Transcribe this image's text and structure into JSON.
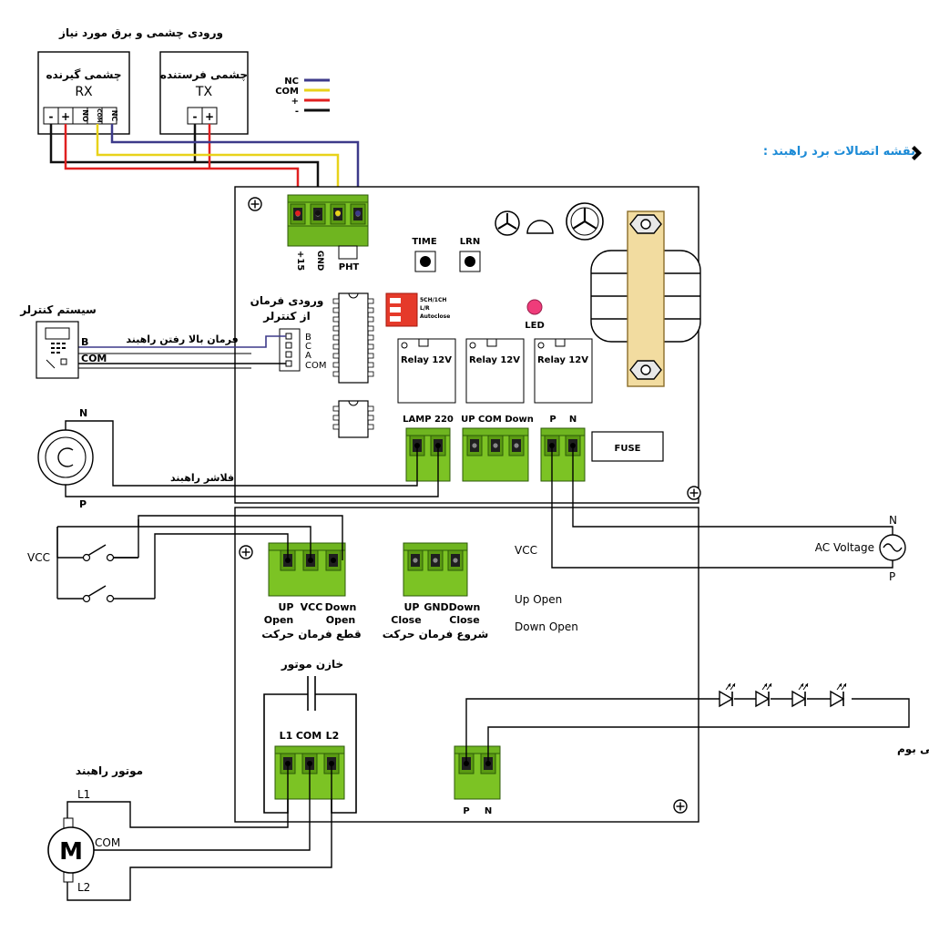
{
  "header": {
    "section_title": "نقشه اتصالات برد راهبند :",
    "photocell_title": "ورودی چشمی و برق مورد نیاز"
  },
  "photocell": {
    "rx_title": "چشمی گیرنده",
    "rx_code": "RX",
    "tx_title": "چشمی فرستنده",
    "tx_code": "TX",
    "rx_terminals": [
      "-",
      "+",
      "NO",
      "COM",
      "NC"
    ],
    "tx_terminals": [
      "-",
      "+"
    ]
  },
  "legend": {
    "items": [
      {
        "label": "NC",
        "color": "#3d3a8a"
      },
      {
        "label": "COM",
        "color": "#e8d21a"
      },
      {
        "label": "+",
        "color": "#e02020"
      },
      {
        "label": "-",
        "color": "#111111"
      }
    ]
  },
  "board": {
    "top_terminal_labels": [
      "+15",
      "GND",
      "PHT"
    ],
    "button_time": "TIME",
    "button_lrn": "LRN",
    "dip_labels": [
      "5CH/1CH",
      "L/R",
      "Autoclose"
    ],
    "led_label": "LED",
    "relays": [
      "Relay 12V",
      "Relay 12V",
      "Relay 12V"
    ],
    "relay_terminal_labels": [
      "LAMP 220",
      "UP COM Down",
      "P",
      "N"
    ],
    "fuse_label": "FUSE",
    "remote_input_title_1": "ورودی فرمان",
    "remote_input_title_2": "از کنترلر",
    "remote_pins": [
      "B",
      "C",
      "A",
      "COM"
    ]
  },
  "controller": {
    "title": "سیستم کنترلر",
    "pin_b": "B",
    "pin_com": "COM",
    "wire_label": "فرمان بالا رفتن راهبند"
  },
  "flasher": {
    "label": "فلاشر راهبند",
    "n": "N",
    "p": "P"
  },
  "lower": {
    "vcc_left": "VCC",
    "vcc_right": "VCC",
    "stop_terms": [
      "UP",
      "VCC",
      "Down"
    ],
    "stop_terms2": [
      "Open",
      "",
      "Open"
    ],
    "stop_title": "قطع فرمان حرکت",
    "start_terms": [
      "UP",
      "GND",
      "Down"
    ],
    "start_terms2": [
      "Close",
      "",
      "Close"
    ],
    "start_title": "شروع فرمان حرکت",
    "up_open": "Up Open",
    "down_open": "Down Open",
    "cap_label": "خازن موتور",
    "motor_terms": [
      "L1",
      "COM",
      "L2"
    ],
    "motor_title": "موتور راهبند",
    "motor_l1": "L1",
    "motor_com": "COM",
    "motor_l2": "L2",
    "led_terms": [
      "P",
      "N"
    ],
    "led_strip_label": "LED شلنگی بوم",
    "ac_label": "AC Voltage",
    "ac_n": "N",
    "ac_p": "P"
  }
}
